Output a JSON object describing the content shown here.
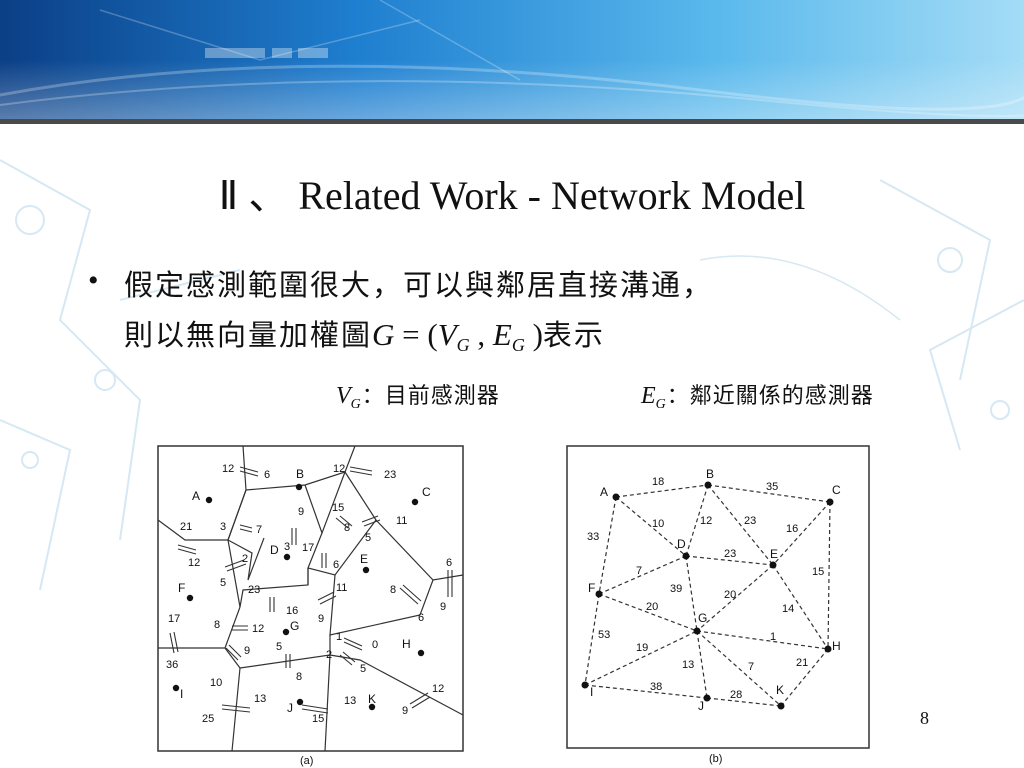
{
  "slide": {
    "title": "Ⅱ 、 Related Work - Network Model",
    "bullet_marker": "•",
    "bullet_line1": "假定感測範圍很大，可以與鄰居直接溝通，",
    "bullet_line2_prefix": "則以無向量加權圖",
    "bullet_line2_suffix": "表示",
    "math": {
      "G": "G",
      "eq": " = (",
      "V": "V",
      "comma": " , ",
      "E": "E",
      "close": " )",
      "sub": "G"
    },
    "note_v_sym": "V",
    "note_v_sub": "G",
    "note_v_text": "：目前感測器",
    "note_e_sym": "E",
    "note_e_sub": "G",
    "note_e_text": "：鄰近關係的感測器",
    "page_number": "8"
  },
  "colors": {
    "banner_dark": "#0a4f9e",
    "banner_light": "#66c2ef",
    "line": "#333333"
  },
  "figure_a": {
    "caption": "(a)",
    "node_labels": [
      "A",
      "B",
      "C",
      "D",
      "E",
      "F",
      "G",
      "H",
      "I",
      "J",
      "K"
    ],
    "edge_labels": [
      "12",
      "6",
      "12",
      "23",
      "21",
      "12",
      "3",
      "7",
      "9",
      "3",
      "15",
      "8",
      "5",
      "11",
      "2",
      "5",
      "17",
      "6",
      "6",
      "9",
      "23",
      "16",
      "11",
      "9",
      "8",
      "6",
      "17",
      "8",
      "12",
      "5",
      "8",
      "1",
      "0",
      "2",
      "5",
      "36",
      "10",
      "9",
      "13",
      "25",
      "15",
      "13",
      "9",
      "12"
    ]
  },
  "figure_b": {
    "caption": "(b)",
    "node_labels": [
      "A",
      "B",
      "C",
      "D",
      "E",
      "F",
      "G",
      "H",
      "I",
      "J",
      "K"
    ],
    "edge_weights": [
      "18",
      "35",
      "33",
      "10",
      "12",
      "23",
      "16",
      "7",
      "23",
      "39",
      "20",
      "15",
      "20",
      "14",
      "53",
      "1",
      "19",
      "13",
      "7",
      "21",
      "38",
      "28"
    ]
  }
}
